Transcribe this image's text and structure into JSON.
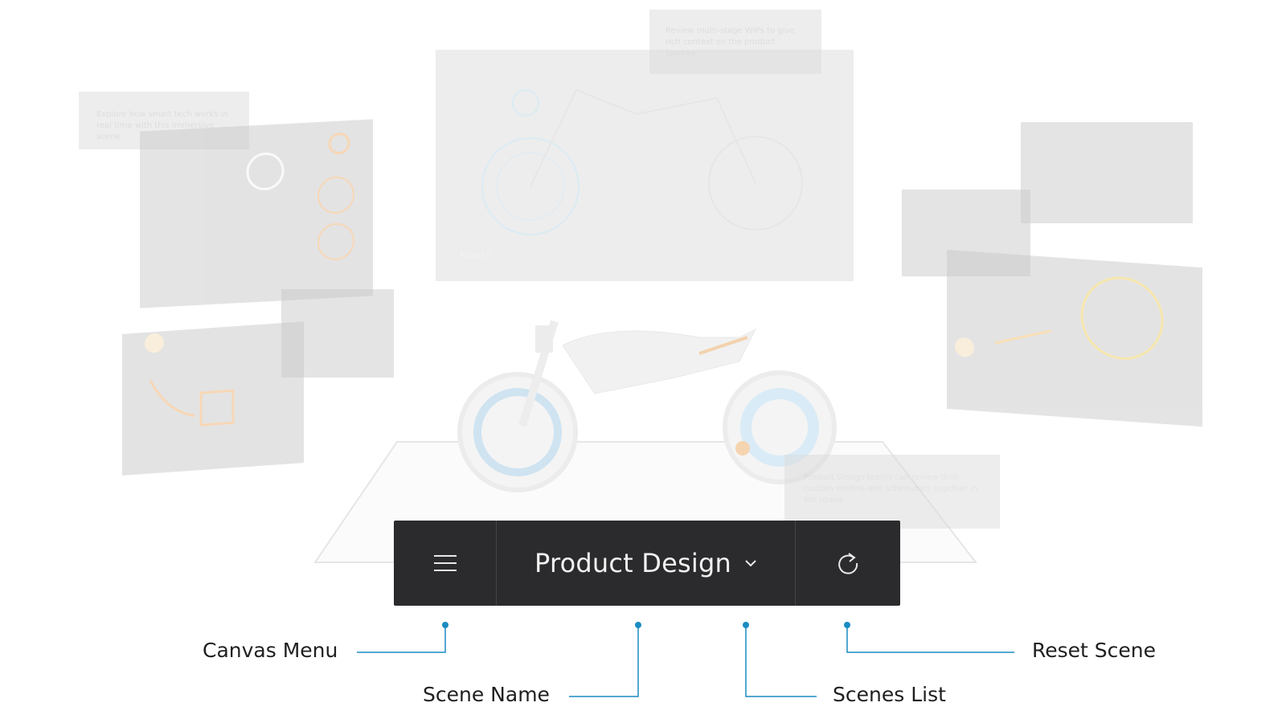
{
  "toolbar": {
    "scene_name": "Product Design",
    "menu_icon": "hamburger-menu-icon",
    "dropdown_icon": "chevron-down-icon",
    "reset_icon": "refresh-icon",
    "background_color": "#2b2b2d",
    "text_color": "#f2f2f2"
  },
  "callouts": {
    "canvas_menu": "Canvas Menu",
    "scene_name": "Scene Name",
    "scenes_list": "Scenes List",
    "reset_scene": "Reset Scene",
    "line_color": "#1a8cc2"
  },
  "background_panels": {
    "top_left_note": "Explore how smart tech works in real time with this immersive scene.",
    "top_center_note": "Review multi-stage WIPs to give rich context on the product journey.",
    "schematic_caption": "Flow F2",
    "bottom_right_note": "Product Design teams can review their custom models and schematics together in the round."
  }
}
